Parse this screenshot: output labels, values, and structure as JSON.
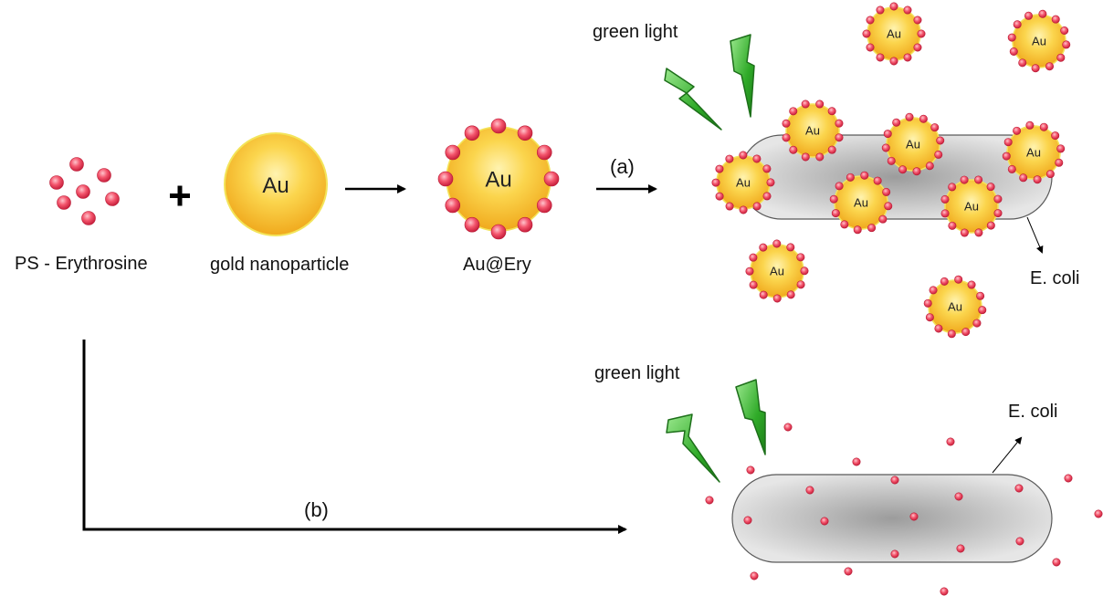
{
  "labels": {
    "ps": "PS - Erythrosine",
    "gold": "gold nanoparticle",
    "conjugate": "Au@Ery",
    "route_a": "(a)",
    "route_b": "(b)",
    "light_top": "green light",
    "light_bottom": "green light",
    "ecoli_top": "E. coli",
    "ecoli_bottom": "E. coli",
    "plus": "+"
  },
  "particle_label": "Au",
  "colors": {
    "gold_fill": "#f8c93a",
    "gold_edge": "#f3e45a",
    "dye": "#e8304f",
    "lightning": "#35b62f",
    "bacterium": "#c2c2c2"
  },
  "icons": [
    "lightning-bolt-icon",
    "arrow-icon",
    "plus-icon"
  ]
}
